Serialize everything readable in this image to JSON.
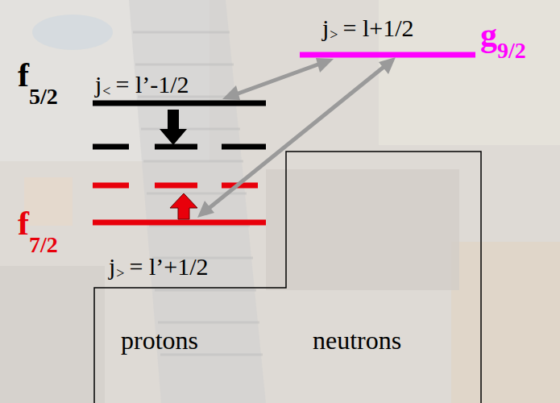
{
  "diagram": {
    "labels": [
      "j",
      ">",
      "= l+1/2",
      "g",
      "9/2",
      "f",
      "5/2",
      "j",
      "<",
      "= l’-1/2",
      "f",
      "7/2",
      "j",
      ">",
      "= l’+1/2",
      "protons",
      "neutrons"
    ]
  }
}
